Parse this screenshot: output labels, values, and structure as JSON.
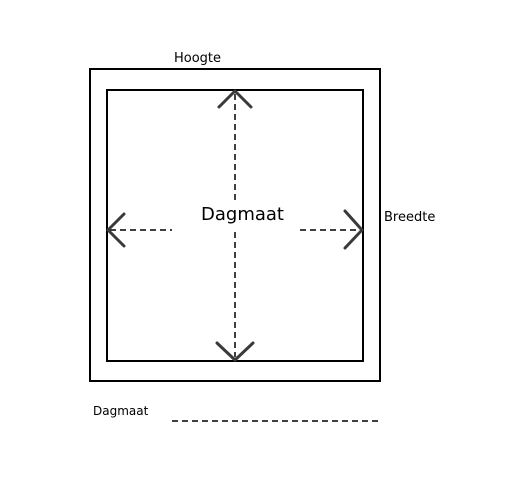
{
  "labels": {
    "height": "Hoogte",
    "width": "Breedte",
    "center": "Dagmaat",
    "legend": "Dagmaat"
  },
  "colors": {
    "line": "#000000",
    "arrow": "#3a3a3a"
  }
}
